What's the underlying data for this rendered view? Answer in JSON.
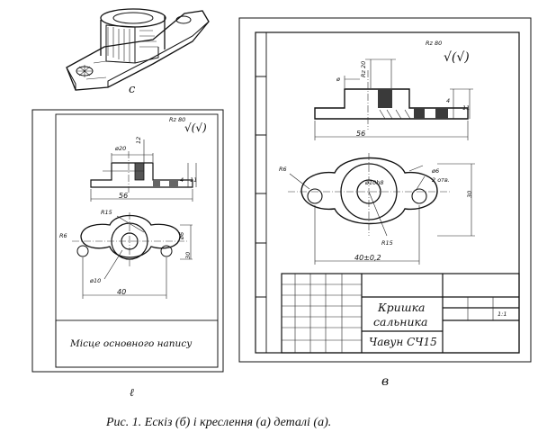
{
  "caption": "Рис. 1. Ескіз (б) і креслення  (а) деталі (а).",
  "labels": {
    "view_a": "с",
    "view_b": "ℓ",
    "view_c": "в"
  },
  "sketch_b": {
    "roughness": "Rz 80",
    "roughness_symbol": "√(√)",
    "dims": {
      "dia_top": "ø20",
      "height_top": "12",
      "thickness": "4",
      "total_height": "11",
      "length": "56",
      "radius_big": "R15",
      "radius_end": "R6",
      "hole_small": "ø6",
      "hole_center": "ø10",
      "width": "30",
      "center_distance": "40"
    },
    "title_block_text": "Місце основного напису"
  },
  "drawing_c": {
    "roughness": "Rz 80",
    "roughness_symbol": "√(√)",
    "dims": {
      "dia_top": "ø",
      "rz20": "Rz 20",
      "thickness": "4",
      "total_height": "11",
      "length": "56",
      "radius_end": "R6",
      "hole_small": "ø6",
      "holes_count": "2 отв.",
      "hole_center": "ø10h8",
      "width": "30",
      "radius_big": "R15",
      "center_distance": "40±0,2"
    },
    "title_block": {
      "name_line1": "Кришка",
      "name_line2": "сальника",
      "material": "Чавун СЧ15",
      "scale": "1:1"
    }
  }
}
